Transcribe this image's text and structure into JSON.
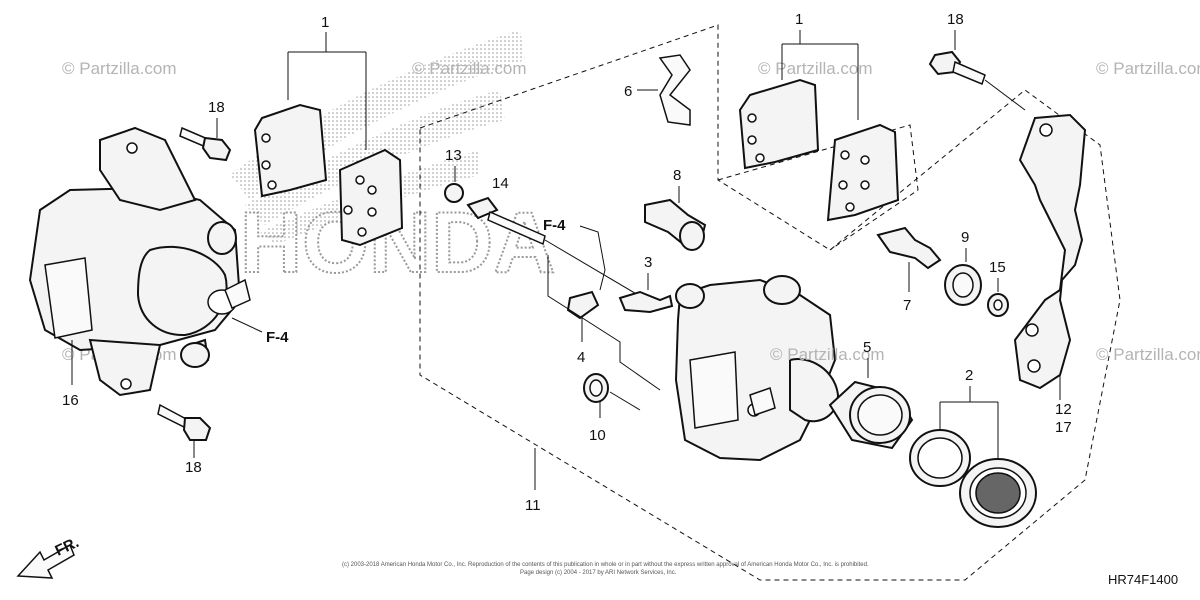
{
  "watermarks": [
    "© Partzilla.com",
    "© Partzilla.com",
    "© Partzilla.com",
    "© Partzilla.com",
    "© Partzilla.com",
    "© Partzilla.com",
    "© Partzilla.com"
  ],
  "brand_background": "HONDA",
  "callouts": {
    "left_pads": "1",
    "left_pad_bolt_top": "18",
    "left_caliper": "16",
    "left_bolt_bottom": "18",
    "right_pads": "1",
    "right_bolt_top": "18",
    "clip_spring": "6",
    "cap_13": "13",
    "pin_14": "14",
    "boot_8": "8",
    "bleed_3": "3",
    "bleed_cap_4": "4",
    "boot_10": "10",
    "caliper_assy_11": "11",
    "piston_5": "5",
    "seal_2": "2",
    "pin_7": "7",
    "boot_9": "9",
    "washer_15": "15",
    "bracket_12": "12",
    "bracket_17": "17"
  },
  "refs": {
    "left": "F-4",
    "right": "F-4"
  },
  "direction": "FR.",
  "copyright": {
    "line1": "(c) 2003-2018 American Honda Motor Co., Inc. Reproduction of the contents of this publication in whole or in part without the express written approval of American Honda Motor Co., Inc. is prohibited.",
    "line2": "Page design (c) 2004 - 2017 by ARI Network Services, Inc."
  },
  "diagram_code": "HR74F1400",
  "colors": {
    "line": "#111111",
    "watermark": "#b4b4b4",
    "background": "#ffffff"
  }
}
